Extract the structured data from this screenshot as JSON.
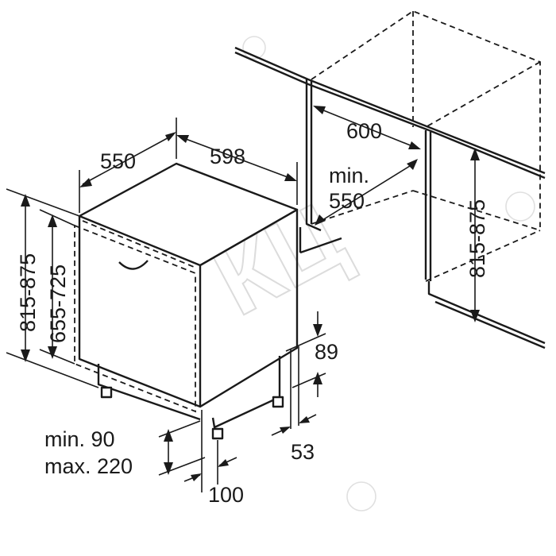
{
  "dimensions": {
    "width": "598",
    "depth": "550",
    "niche_width": "600",
    "niche_depth_line1": "min.",
    "niche_depth_line2": "550",
    "niche_height": "815-875",
    "height_total": "815-875",
    "height_door": "655-725",
    "plinth_height": "89",
    "plinth_depth": "53",
    "foot_line1": "min. 90",
    "foot_line2": "max. 220",
    "foot_depth": "100"
  },
  "watermark": "КЦ",
  "colors": {
    "line": "#1a1a1a",
    "watermark": "#dcdcdc",
    "background": "#ffffff"
  }
}
